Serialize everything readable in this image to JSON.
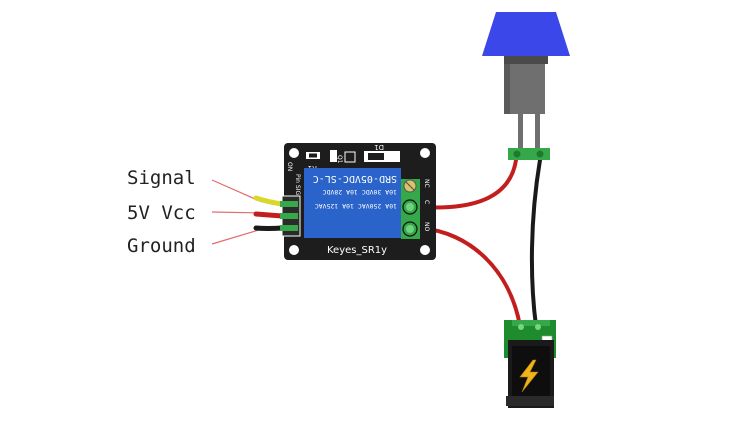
{
  "labels": {
    "signal": "Signal",
    "vcc": "5V Vcc",
    "ground": "Ground"
  },
  "module": {
    "name": "Keyes_SR1y",
    "relay_model": "SRD-05VDC-SL-C",
    "rating_line1": "10A 250VAC 10A 125VAC",
    "rating_line2": "10A 30VDC 10A 28VDC",
    "terminal_nc": "NC",
    "terminal_com": "C",
    "terminal_no": "NO",
    "silk_d1": "D1",
    "silk_r1": "R1",
    "silk_q1": "Q1",
    "silk_pins": "Pin SIG +5V GND",
    "silk_on": "ON"
  },
  "colors": {
    "board": "#1d1d1d",
    "relay": "#2a63c9",
    "wire_red": "#c31e1e",
    "wire_black": "#1a1a1a",
    "wire_yellow": "#d8d82a",
    "terminal_green": "#35a84a",
    "lamp_cap": "#3b47e8",
    "lamp_body": "#6f6f6f",
    "pcb_green": "#1e8c2c",
    "leader_line": "#e56b6b"
  },
  "icons": {
    "lightning": "lightning-icon"
  }
}
